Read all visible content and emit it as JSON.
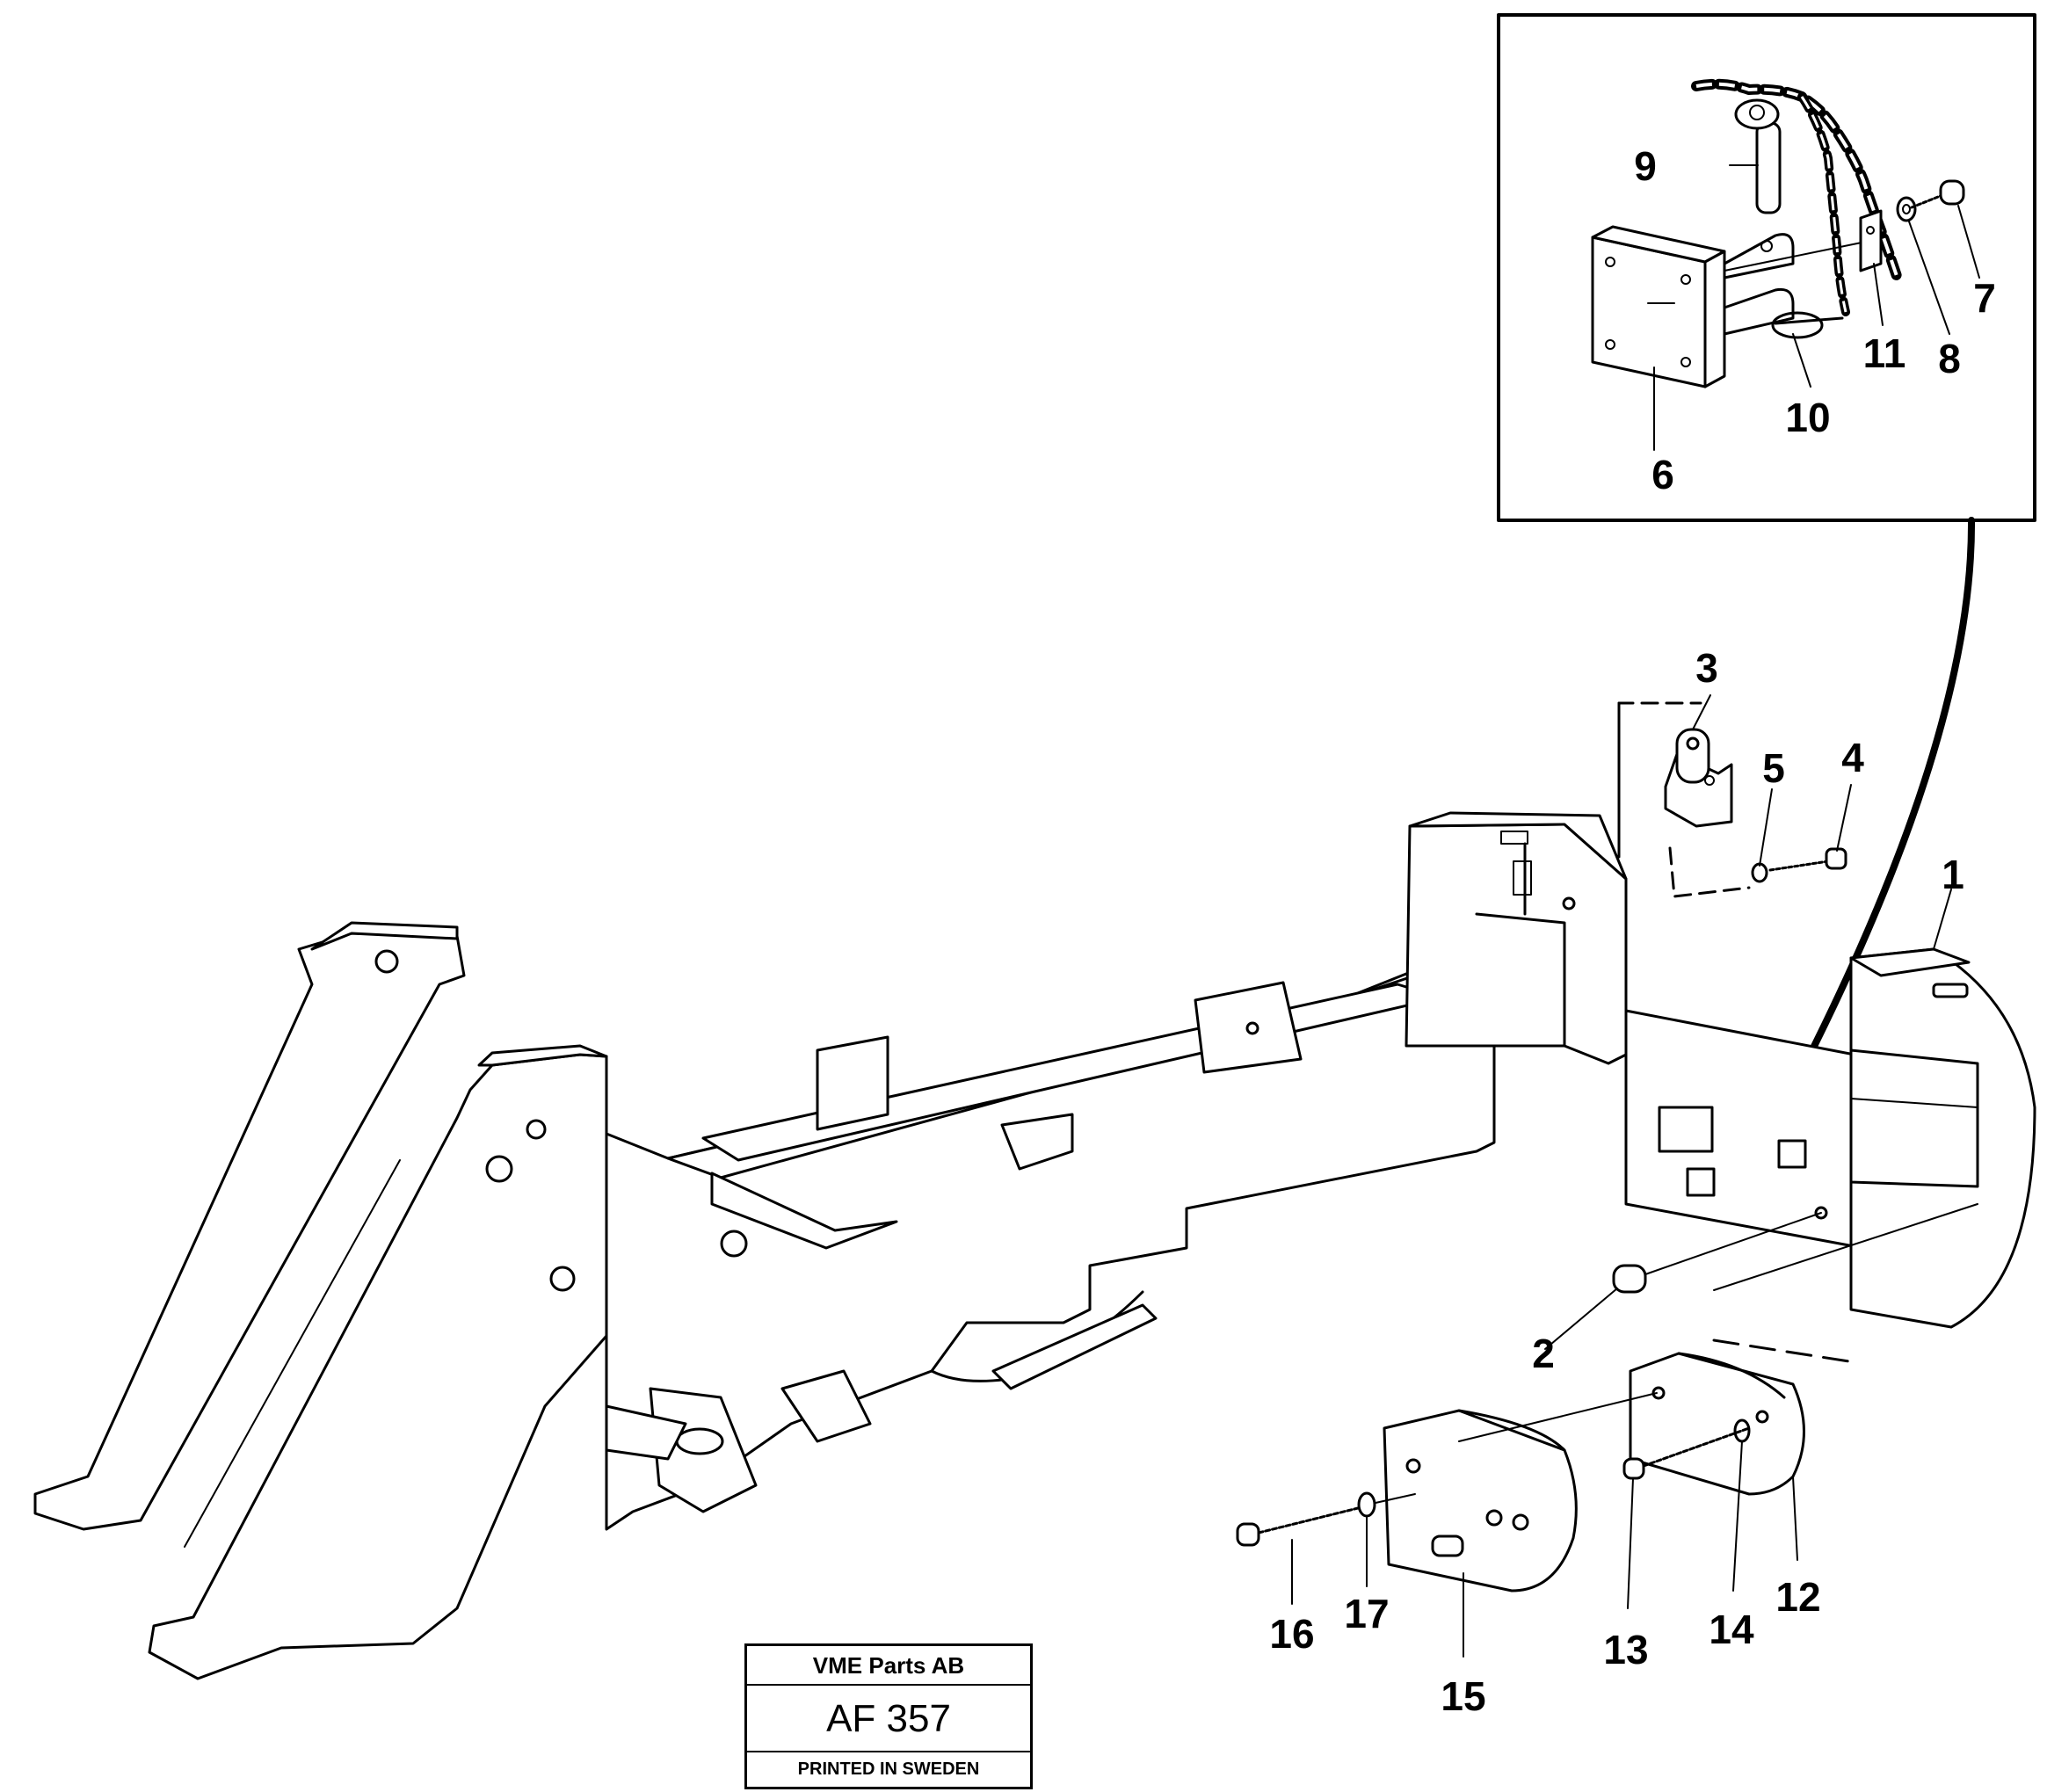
{
  "labels": {
    "l1": "1",
    "l2": "2",
    "l3": "3",
    "l4": "4",
    "l5": "5",
    "l6": "6",
    "l7": "7",
    "l8": "8",
    "l9": "9",
    "l10": "10",
    "l11": "11",
    "l12": "12",
    "l13": "13",
    "l14": "14",
    "l15": "15",
    "l16": "16",
    "l17": "17"
  },
  "title_block": {
    "company": "VME Parts AB",
    "code": "AF 357",
    "printed": "PRINTED IN SWEDEN"
  }
}
